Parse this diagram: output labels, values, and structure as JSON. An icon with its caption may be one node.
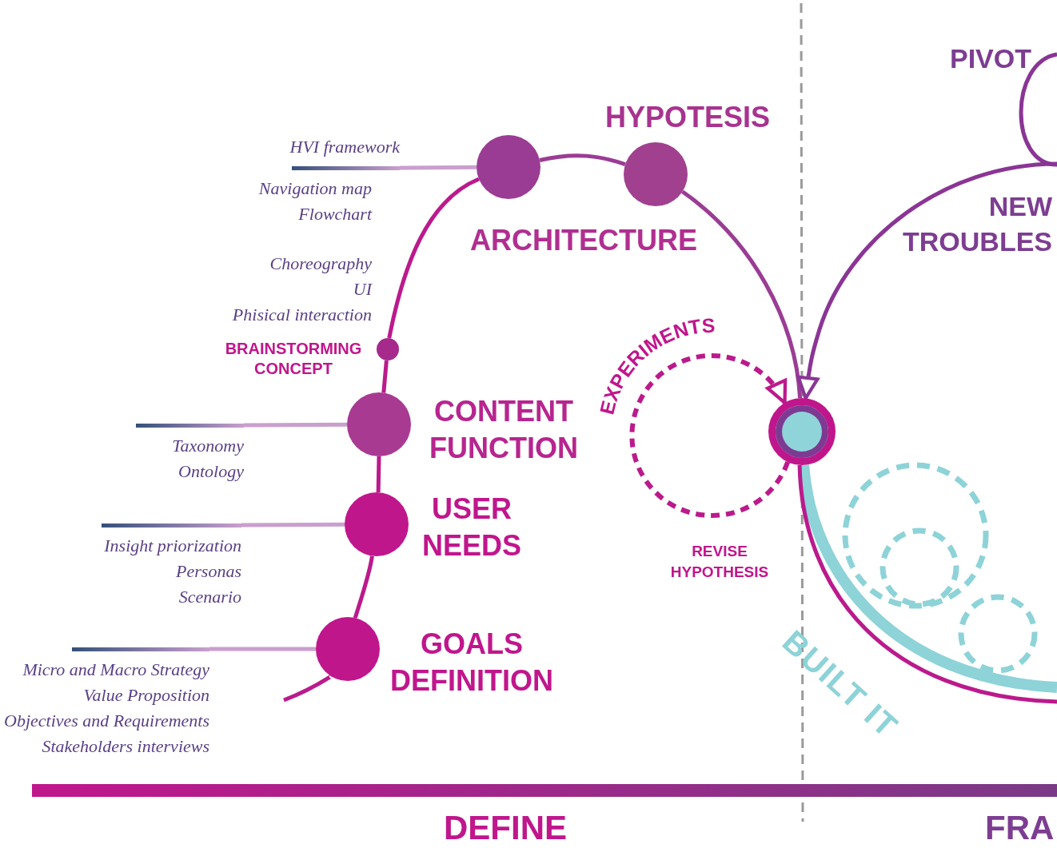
{
  "diagram": {
    "nodes": [
      {
        "text": [],
        "shape": "circle",
        "beside": [
          "GOALS DEFINITION"
        ]
      },
      {
        "text": [],
        "shape": "circle",
        "beside": [
          "USER NEEDS"
        ]
      },
      {
        "text": [],
        "shape": "circle",
        "beside": [
          "CONTENT FUNCTION"
        ]
      },
      {
        "text": [],
        "shape": "circle",
        "beside": [
          "BRAINSTORMING CONCEPT"
        ]
      },
      {
        "text": [],
        "shape": "circle",
        "beside": [
          "ARCHITECTURE"
        ]
      },
      {
        "text": [],
        "shape": "circle",
        "beside": [
          "HYPOTESIS"
        ]
      },
      {
        "text": [],
        "shape": "circle"
      },
      {
        "text": [
          "HVI framework",
          "Navigation map",
          "Flowchart"
        ]
      },
      {
        "text": [
          "Taxonomy",
          "Ontology"
        ]
      },
      {
        "text": [
          "Insight priorization",
          "Personas",
          "Scenario"
        ]
      },
      {
        "text": [
          "Micro and Macro Strategy",
          "Value Proposition",
          "Objectives and Requirements",
          "Stakeholders interviews"
        ]
      },
      {
        "text": [],
        "shape": "bar"
      }
    ],
    "edges": [
      {
        "from": null,
        "to": 0,
        "arrow": "none"
      },
      {
        "from": 0,
        "to": 1,
        "arrow": "none"
      },
      {
        "from": 1,
        "to": 2,
        "arrow": "none"
      },
      {
        "from": 2,
        "to": 3,
        "arrow": "none"
      },
      {
        "from": 3,
        "to": 4,
        "arrow": "none"
      },
      {
        "from": 4,
        "to": 5,
        "arrow": "none",
        "color": "#9b3c94"
      },
      {
        "from": 5,
        "to": 6,
        "arrow": "none",
        "color": "#9b3c94"
      },
      {
        "from": null,
        "to": 6,
        "arrow": "to",
        "color": "#8a3595"
      },
      {
        "from": 6,
        "to": 6,
        "arrow": "to",
        "style": "dashed",
        "label": "EXPERIMENTS"
      },
      {
        "from": 6,
        "to": null,
        "arrow": "none",
        "style": "thick",
        "color": "#8dd3d8",
        "label": "BUILT IT"
      },
      {
        "from": 6,
        "to": null,
        "arrow": "none"
      },
      {
        "from": 7,
        "to": 4,
        "arrow": "none",
        "color": "#c99fce"
      },
      {
        "from": 8,
        "to": 2,
        "arrow": "none",
        "color": "#c99fce"
      },
      {
        "from": 9,
        "to": 1,
        "arrow": "none",
        "color": "#c99fce"
      },
      {
        "from": 10,
        "to": 0,
        "arrow": "none",
        "color": "#c99fce"
      }
    ],
    "labels": [
      "PIVOT",
      "NEW TROUBLES",
      "Choreography",
      "UI",
      "Phisical interaction",
      "REVISE HYPOTHESIS",
      "DEFINE",
      "FRA"
    ]
  }
}
